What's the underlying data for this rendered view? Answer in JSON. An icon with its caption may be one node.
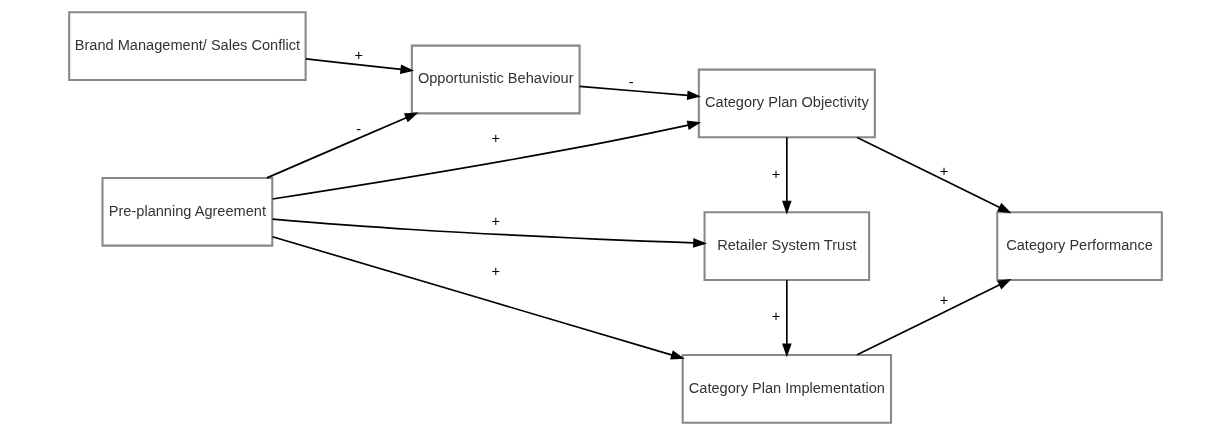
{
  "diagram": {
    "nodes": [
      {
        "text": [
          "Brand Management/ Sales Conflict"
        ]
      },
      {
        "text": [
          "Opportunistic Behaviour"
        ]
      },
      {
        "text": [
          "Category Plan Objectivity"
        ]
      },
      {
        "text": [
          "Retailer System Trust"
        ]
      },
      {
        "text": [
          "Category Performance"
        ]
      },
      {
        "text": [
          "Pre-planning Agreement"
        ]
      },
      {
        "text": [
          "Category Plan Implementation"
        ]
      }
    ],
    "edges": [
      {
        "from": 0,
        "to": 1,
        "arrow": "to",
        "label": "+"
      },
      {
        "from": 1,
        "to": 2,
        "arrow": "to",
        "label": "-"
      },
      {
        "from": 5,
        "to": 1,
        "arrow": "to",
        "label": "-"
      },
      {
        "from": 5,
        "to": 2,
        "arrow": "to",
        "label": "+"
      },
      {
        "from": 5,
        "to": 3,
        "arrow": "to",
        "label": "+"
      },
      {
        "from": 5,
        "to": 6,
        "arrow": "to",
        "label": "+"
      },
      {
        "from": 2,
        "to": 3,
        "arrow": "to",
        "label": "+"
      },
      {
        "from": 3,
        "to": 6,
        "arrow": "to",
        "label": "+"
      },
      {
        "from": 2,
        "to": 4,
        "arrow": "to",
        "label": "+"
      },
      {
        "from": 6,
        "to": 4,
        "arrow": "to",
        "label": "+"
      }
    ]
  }
}
